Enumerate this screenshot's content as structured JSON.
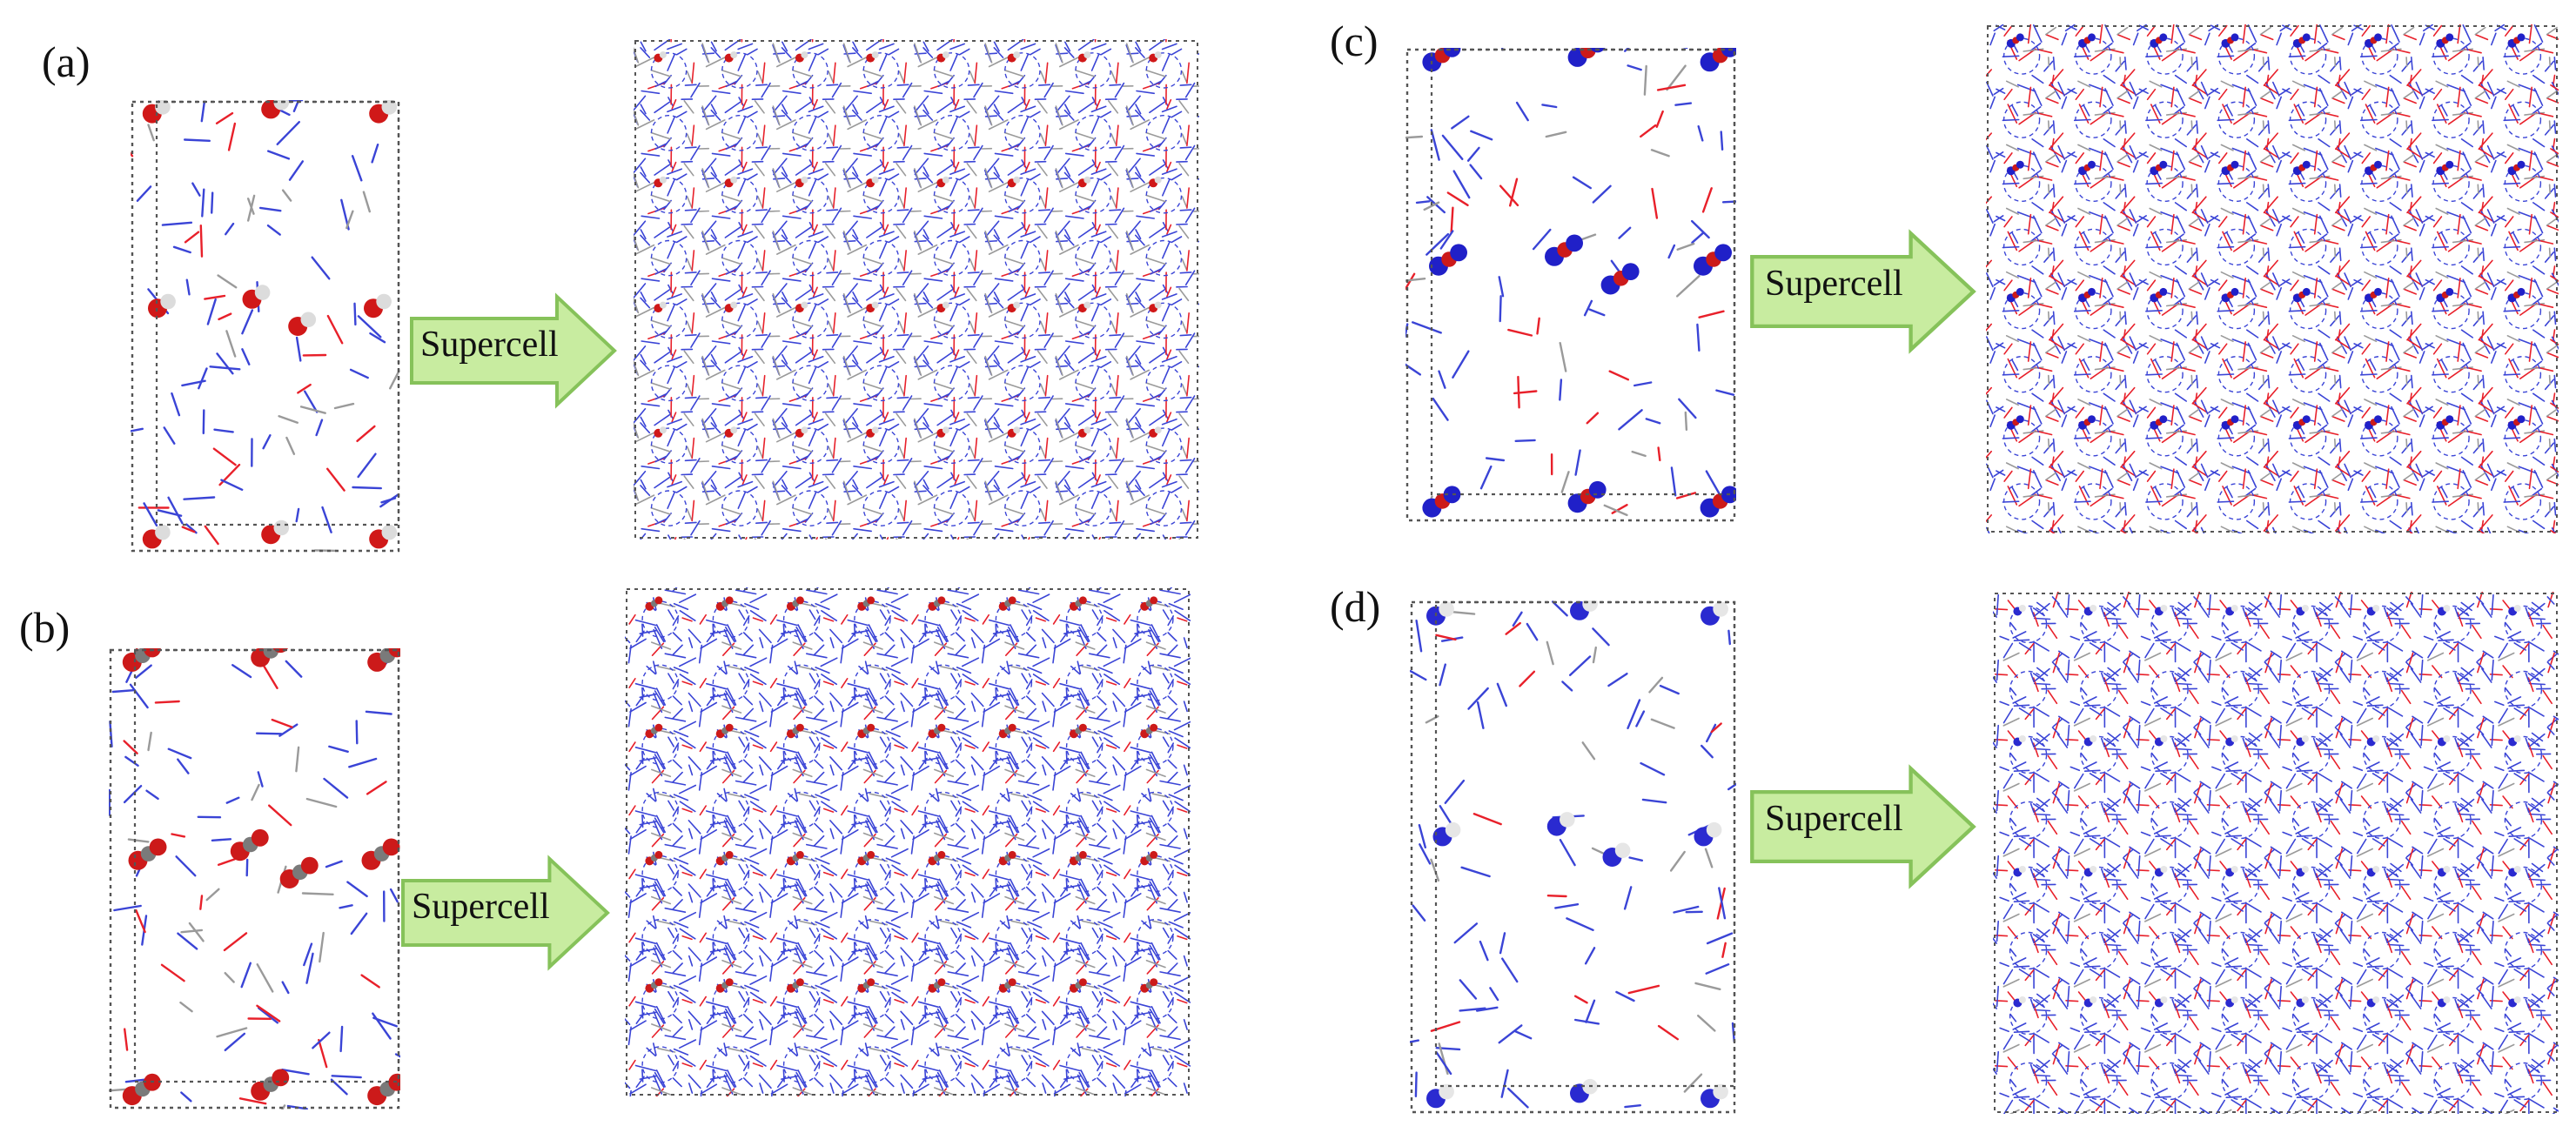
{
  "panels": [
    {
      "id": "a",
      "label": "(a)",
      "arrow_label": "Supercell",
      "guest": "water",
      "colors": {
        "host": "#3a44d6",
        "oxygen": "#e8202a",
        "carbon": "#9a9a9a",
        "guest_a": "#d01818",
        "guest_b": "#dcdcdc"
      }
    },
    {
      "id": "b",
      "label": "(b)",
      "arrow_label": "Supercell",
      "guest": "co2",
      "colors": {
        "host": "#3a44d6",
        "oxygen": "#e8202a",
        "carbon": "#9a9a9a",
        "guest_a": "#cc1a1a",
        "guest_b": "#7a7a7a"
      }
    },
    {
      "id": "c",
      "label": "(c)",
      "arrow_label": "Supercell",
      "guest": "co",
      "colors": {
        "host": "#3a44d6",
        "oxygen": "#e8202a",
        "carbon": "#9a9a9a",
        "guest_a": "#2020c8",
        "guest_b": "#cc1a1a"
      }
    },
    {
      "id": "d",
      "label": "(d)",
      "arrow_label": "Supercell",
      "guest": "nh3",
      "colors": {
        "host": "#3a44d6",
        "oxygen": "#e8202a",
        "carbon": "#9a9a9a",
        "guest_a": "#2a2ad0",
        "guest_b": "#e6e6e6"
      }
    }
  ],
  "colors": {
    "arrow_fill": "#c8eca0",
    "arrow_stroke": "#86c25a",
    "box": "#555555"
  }
}
